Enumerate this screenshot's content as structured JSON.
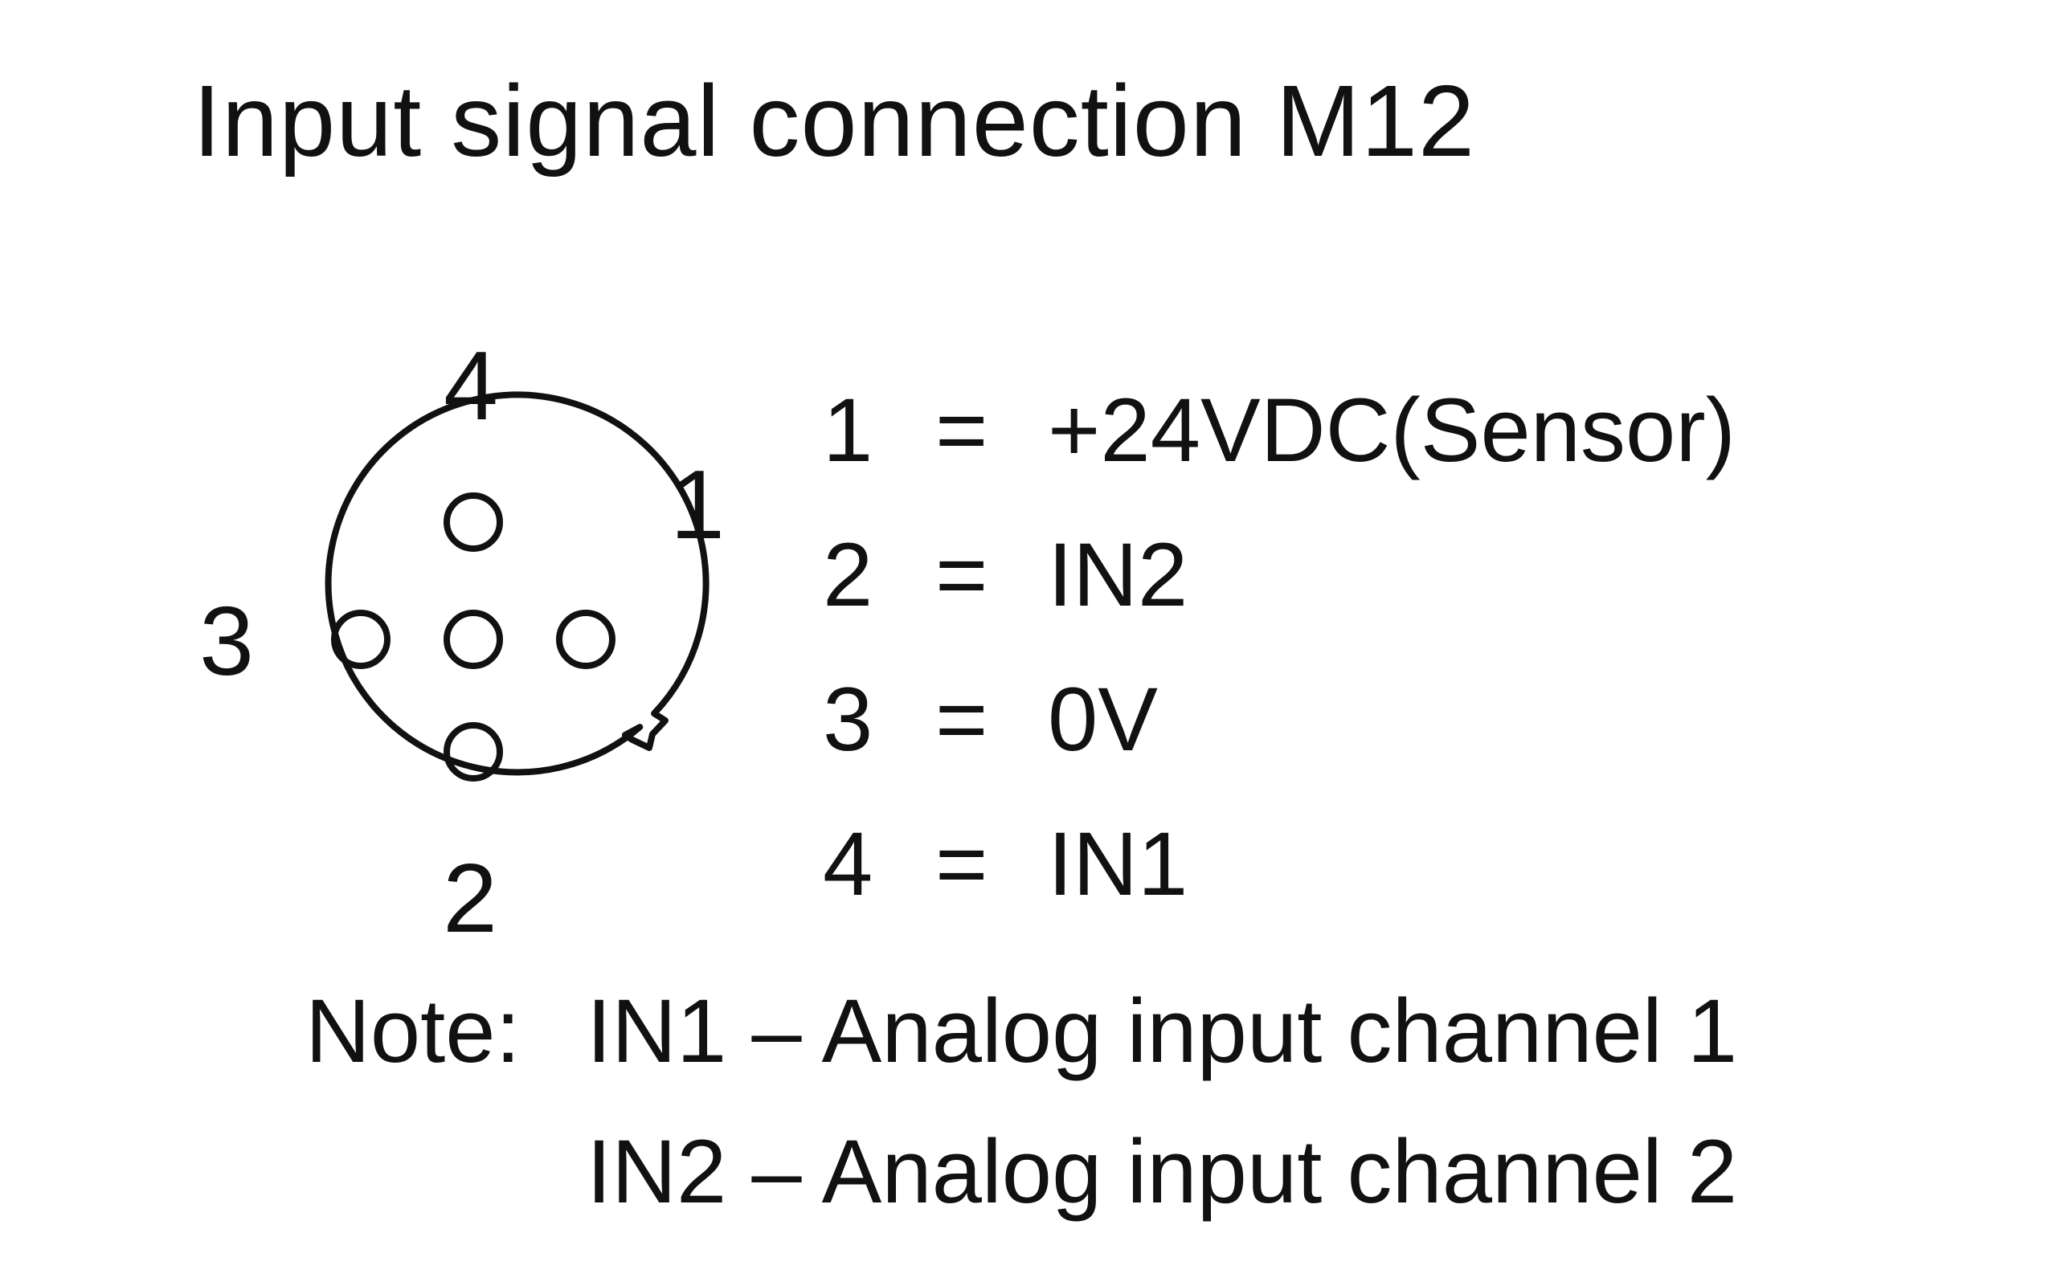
{
  "title": "Input signal connection M12",
  "connector": {
    "pin_labels": {
      "pin4": "4",
      "pin1": "1",
      "pin3": "3",
      "pin2": "2"
    }
  },
  "pin_table": [
    {
      "pin": "1",
      "sep": "=",
      "signal": "+24VDC(Sensor)"
    },
    {
      "pin": "2",
      "sep": "=",
      "signal": "IN2"
    },
    {
      "pin": "3",
      "sep": "=",
      "signal": "0V"
    },
    {
      "pin": "4",
      "sep": "=",
      "signal": "IN1"
    }
  ],
  "note": {
    "label": "Note:",
    "lines": [
      "IN1 – Analog input channel 1",
      "IN2 – Analog input channel 2"
    ]
  }
}
